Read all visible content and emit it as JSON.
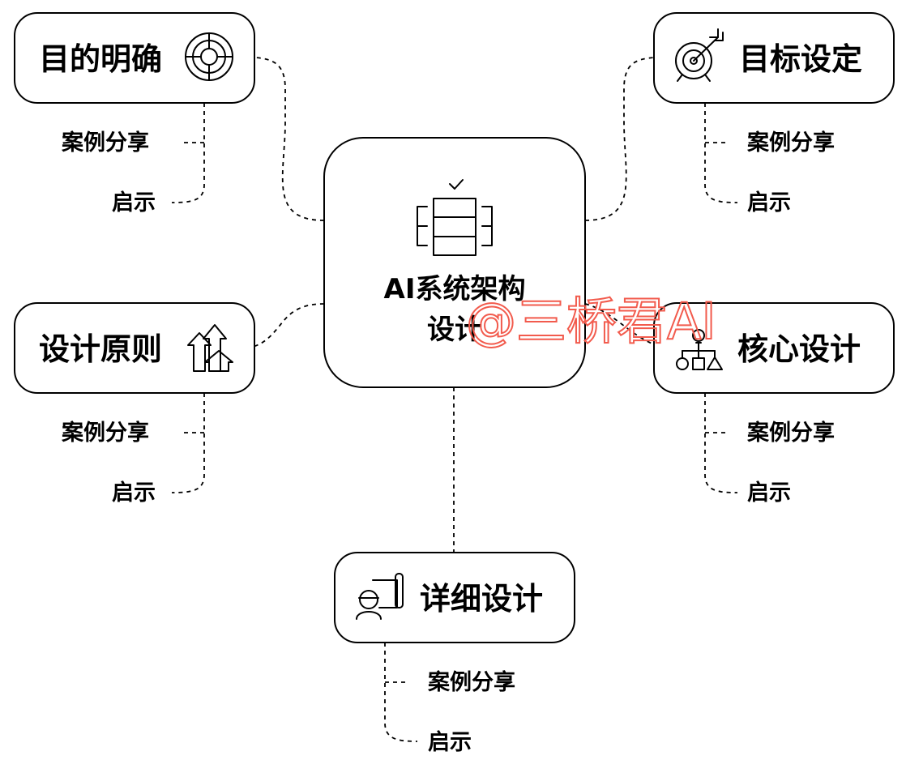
{
  "center": {
    "title_line1": "AI系统架构",
    "title_line2": "设计",
    "icon": "server-rack-icon"
  },
  "nodes": [
    {
      "id": "purpose",
      "label": "目的明确",
      "icon": "target-rings-icon",
      "children": [
        "案例分享",
        "启示"
      ]
    },
    {
      "id": "goal",
      "label": "目标设定",
      "icon": "dartboard-arrow-icon",
      "children": [
        "案例分享",
        "启示"
      ]
    },
    {
      "id": "principles",
      "label": "设计原则",
      "icon": "arrows-up-icon",
      "children": [
        "案例分享",
        "启示"
      ]
    },
    {
      "id": "core",
      "label": "核心设计",
      "icon": "shapes-hierarchy-icon",
      "children": [
        "案例分享",
        "启示"
      ]
    },
    {
      "id": "detail",
      "label": "详细设计",
      "icon": "engineer-blueprint-icon",
      "children": [
        "案例分享",
        "启示"
      ]
    }
  ],
  "watermark": "@三桥君AI",
  "colors": {
    "stroke": "#000000",
    "background": "#ffffff",
    "watermark": "#f25b4d"
  }
}
